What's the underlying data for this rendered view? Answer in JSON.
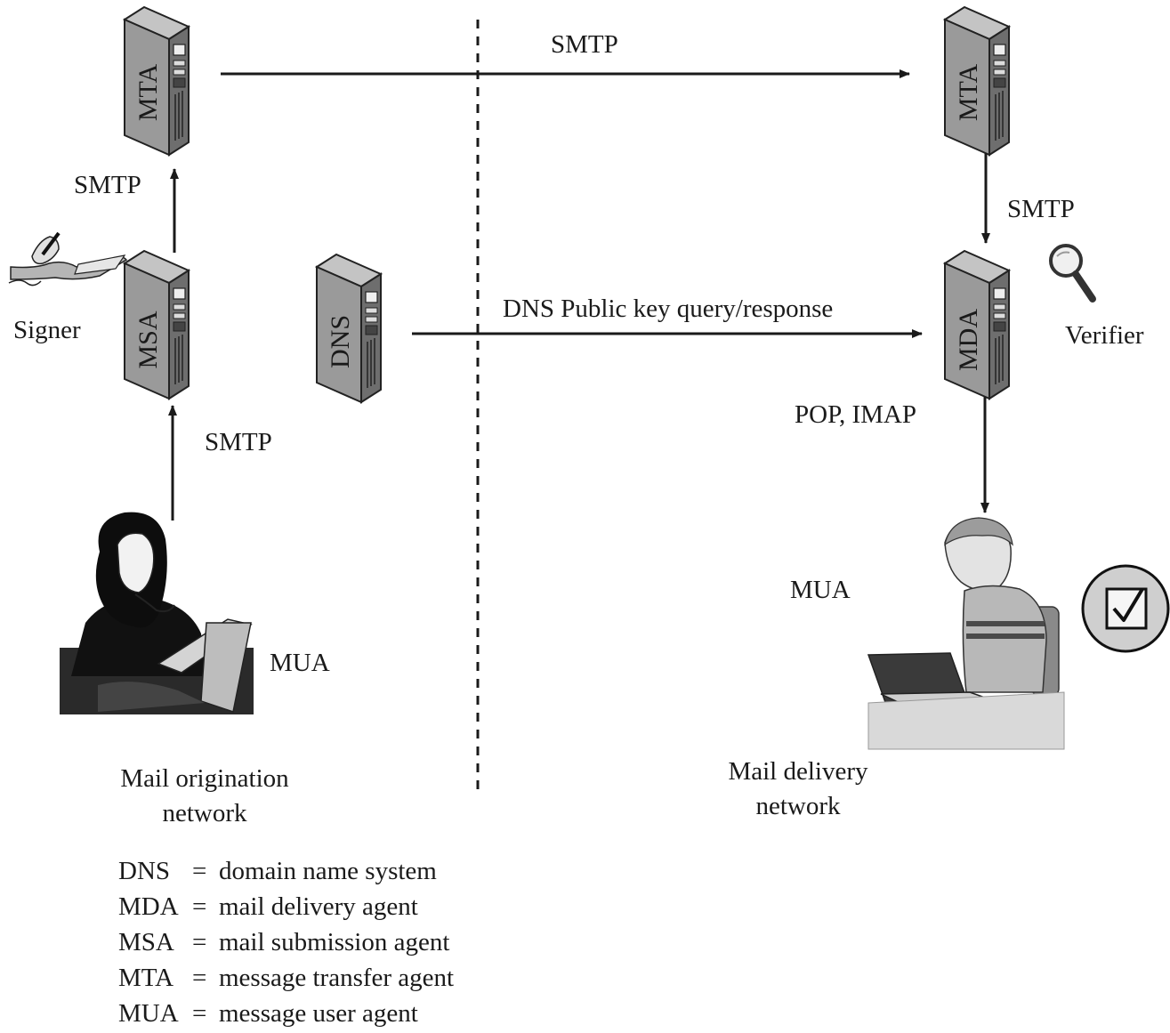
{
  "servers": {
    "mta_origin": "MTA",
    "msa": "MSA",
    "dns": "DNS",
    "mta_delivery": "MTA",
    "mda": "MDA"
  },
  "edges": {
    "mta_to_mta": "SMTP",
    "msa_to_mta": "SMTP",
    "mua_to_msa": "SMTP",
    "mta_to_mda": "SMTP",
    "dns_to_mda": "DNS Public key query/response",
    "mda_to_mua": "POP, IMAP"
  },
  "actors": {
    "signer": "Signer",
    "verifier": "Verifier",
    "mua_origin": "MUA",
    "mua_delivery": "MUA"
  },
  "networks": {
    "origination_line1": "Mail origination",
    "origination_line2": "network",
    "delivery_line1": "Mail delivery",
    "delivery_line2": "network"
  },
  "legend": [
    {
      "abbr": "DNS",
      "eq": "=",
      "text": "domain name system"
    },
    {
      "abbr": "MDA",
      "eq": "=",
      "text": "mail delivery agent"
    },
    {
      "abbr": "MSA",
      "eq": "=",
      "text": "mail submission agent"
    },
    {
      "abbr": "MTA",
      "eq": "=",
      "text": "message transfer agent"
    },
    {
      "abbr": "MUA",
      "eq": "=",
      "text": "message user agent"
    }
  ],
  "colors": {
    "server_front": "#9a9a9a",
    "server_side": "#6e6e6e",
    "server_top": "#c4c4c4",
    "line": "#1a1a1a"
  }
}
